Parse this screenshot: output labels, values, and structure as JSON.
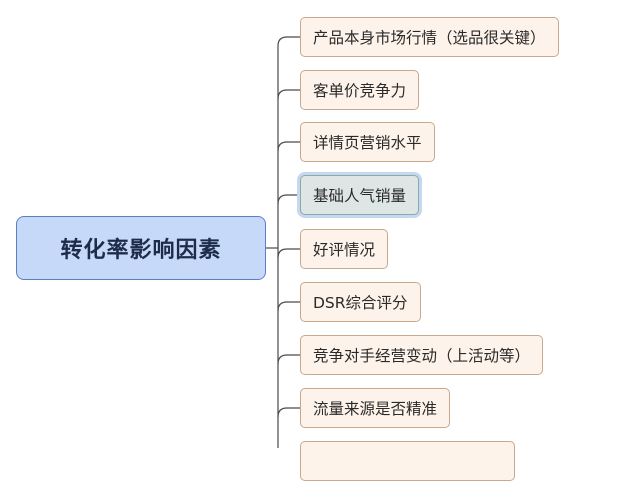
{
  "root": {
    "label": "转化率影响因素"
  },
  "children": [
    {
      "label": "产品本身市场行情（选品很关键）",
      "selected": false
    },
    {
      "label": "客单价竞争力",
      "selected": false
    },
    {
      "label": "详情页营销水平",
      "selected": false
    },
    {
      "label": "基础人气销量",
      "selected": true
    },
    {
      "label": "好评情况",
      "selected": false
    },
    {
      "label": "DSR综合评分",
      "selected": false
    },
    {
      "label": "竞争对手经营变动（上活动等）",
      "selected": false
    },
    {
      "label": "流量来源是否精准",
      "selected": false
    },
    {
      "label": "",
      "selected": false
    }
  ],
  "colors": {
    "root_fill": "#c7d9f8",
    "root_border": "#5b7fc4",
    "child_fill": "#fdf3ea",
    "child_border": "#c9a98d",
    "selected_fill": "#dde6e4",
    "selected_glow": "#c5d8f1",
    "connector": "#4a4a4a"
  }
}
